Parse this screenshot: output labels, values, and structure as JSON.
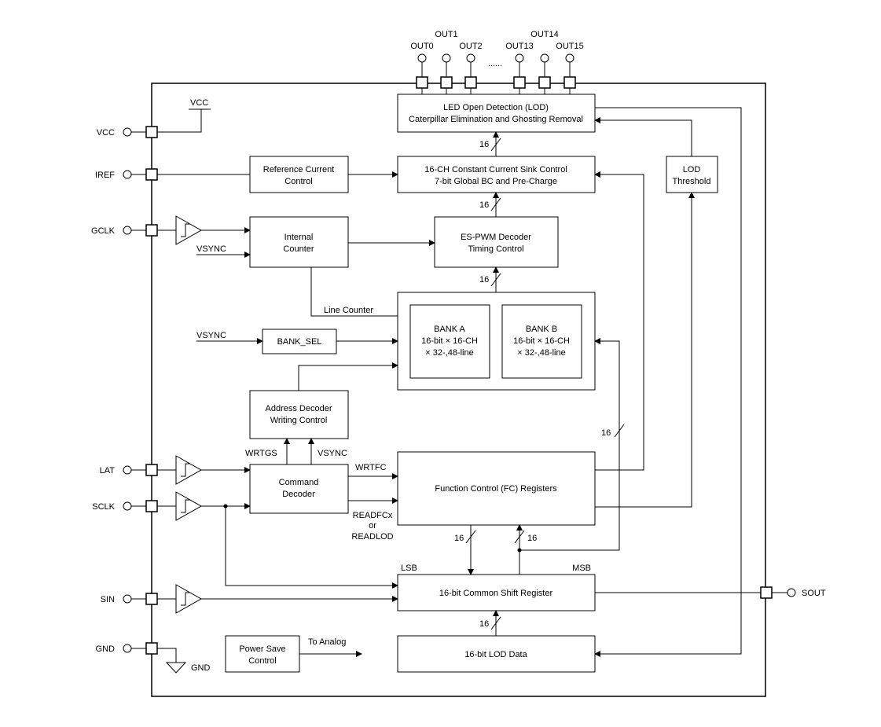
{
  "pins": {
    "vcc": "VCC",
    "iref": "IREF",
    "gclk": "GCLK",
    "lat": "LAT",
    "sclk": "SCLK",
    "sin": "SIN",
    "gnd": "GND",
    "sout": "SOUT",
    "out0": "OUT0",
    "out1": "OUT1",
    "out2": "OUT2",
    "out13": "OUT13",
    "out14": "OUT14",
    "out15": "OUT15",
    "out_dots": "......"
  },
  "blocks": {
    "lod": [
      "LED Open Detection (LOD)",
      "Caterpillar Elimination and Ghosting Removal"
    ],
    "ccs": [
      "16-CH Constant Current Sink Control",
      "7-bit Global BC and Pre-Charge"
    ],
    "ref": [
      "Reference Current",
      "Control"
    ],
    "lod_threshold": [
      "LOD",
      "Threshold"
    ],
    "counter": [
      "Internal",
      "Counter"
    ],
    "pwm": [
      "ES-PWM Decoder",
      "Timing Control"
    ],
    "bank_a": [
      "BANK A",
      "16-bit × 16-CH",
      "× 32-,48-line"
    ],
    "bank_b": [
      "BANK B",
      "16-bit × 16-CH",
      "× 32-,48-line"
    ],
    "bank_sel": "BANK_SEL",
    "addr": [
      "Address Decoder",
      "Writing Control"
    ],
    "cmd": [
      "Command",
      "Decoder"
    ],
    "fc": "Function Control (FC) Registers",
    "shift": "16-bit Common Shift Register",
    "lod_data": "16-bit LOD Data",
    "power": [
      "Power Save",
      "Control"
    ]
  },
  "signals": {
    "vcc_internal": "VCC",
    "gnd_internal": "GND",
    "vsync1": "VSYNC",
    "vsync2": "VSYNC",
    "vsync3": "VSYNC",
    "line_counter": "Line Counter",
    "wrtgs": "WRTGS",
    "wrtfc": "WRTFC",
    "readfcx": [
      "READFCx",
      "or",
      "READLOD"
    ],
    "lsb": "LSB",
    "msb": "MSB",
    "to_analog": "To Analog",
    "bus_width": "16"
  }
}
